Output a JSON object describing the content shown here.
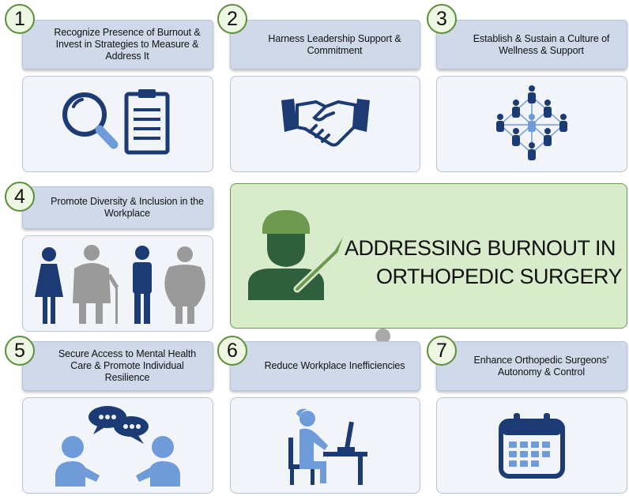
{
  "title": {
    "line1": "ADDRESSING BURNOUT IN",
    "line2": "ORTHOPEDIC SURGERY"
  },
  "steps": [
    {
      "number": "1",
      "label": "Recognize Presence of Burnout & Invest in Strategies to Measure & Address It",
      "icon": "magnifier-clipboard-icon"
    },
    {
      "number": "2",
      "label": "Harness Leadership Support & Commitment",
      "icon": "handshake-icon"
    },
    {
      "number": "3",
      "label": "Establish & Sustain a Culture of Wellness & Support",
      "icon": "people-network-icon"
    },
    {
      "number": "4",
      "label": "Promote Diversity & Inclusion in the Workplace",
      "icon": "diverse-people-icon"
    },
    {
      "number": "5",
      "label": "Secure Access to Mental Health Care & Promote Individual Resilience",
      "icon": "conversation-icon"
    },
    {
      "number": "6",
      "label": "Reduce Workplace Inefficiencies",
      "icon": "desk-worker-icon"
    },
    {
      "number": "7",
      "label": "Enhance Orthopedic Surgeons’ Autonomy & Control",
      "icon": "calendar-icon"
    }
  ],
  "colors": {
    "navy": "#1c3a74",
    "light_blue": "#6f9bd8",
    "gray": "#9a9a9a",
    "surgeon_green": "#2f5f3c"
  }
}
